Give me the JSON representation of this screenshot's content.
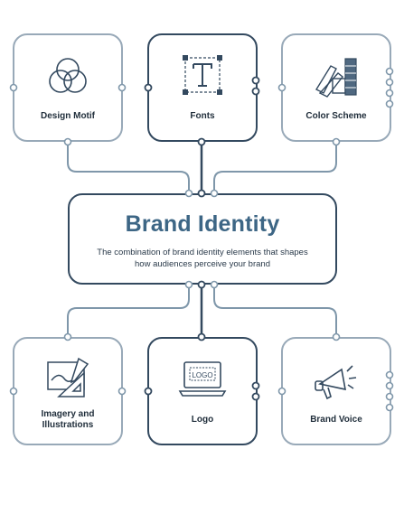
{
  "center": {
    "title": "Brand Identity",
    "description": "The combination of brand identity elements that shapes how audiences perceive your brand"
  },
  "elements": [
    {
      "label": "Design Motif",
      "icon": "overlapping-circles-icon"
    },
    {
      "label": "Fonts",
      "icon": "type-t-icon"
    },
    {
      "label": "Color Scheme",
      "icon": "color-swatches-icon"
    },
    {
      "label": "Imagery and Illustrations",
      "icon": "drafting-tools-icon"
    },
    {
      "label": "Logo",
      "icon": "laptop-logo-icon"
    },
    {
      "label": "Brand Voice",
      "icon": "megaphone-icon"
    }
  ],
  "colors": {
    "dark": "#33495f",
    "light": "#98a9b8",
    "title": "#3d6685",
    "accent": "#7f97aa"
  }
}
